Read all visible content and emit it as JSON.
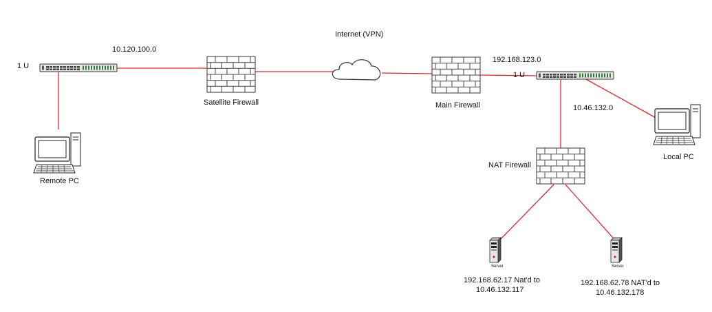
{
  "diagram": {
    "link_color": "#e3262b",
    "labels": {
      "remote_switch_u": "1 U",
      "remote_subnet": "10.120.100.0",
      "internet": "Internet (VPN)",
      "main_subnet": "192.168.123.0",
      "main_switch_u": "1 U",
      "satellite_firewall": "Satellite Firewall",
      "main_firewall": "Main Firewall",
      "local_subnet": "10.46.132.0",
      "remote_pc": "Remote PC",
      "local_pc": "Local PC",
      "nat_firewall": "NAT Firewall",
      "server1_tag": "Server",
      "server2_tag": "Server",
      "server1_line1": "192.168.62.17 Nat'd to",
      "server1_line2": "10.46.132.117",
      "server2_line1": "192.168.62.78 NAT'd to",
      "server2_line2": "10.46.132.178"
    },
    "icons": [
      "switch-icon",
      "firewall-icon",
      "cloud-icon",
      "pc-icon",
      "server-icon"
    ]
  }
}
